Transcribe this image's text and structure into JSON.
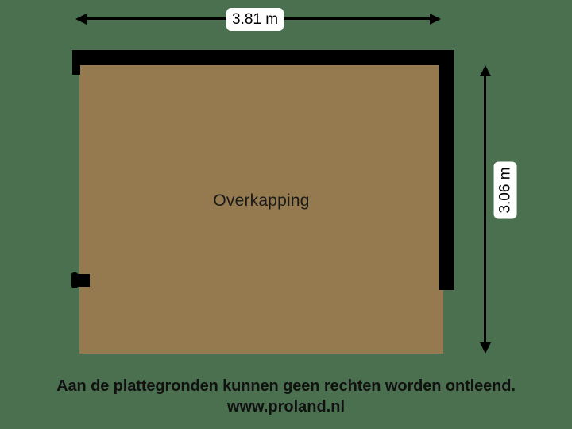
{
  "plan": {
    "room_label": "Overkapping",
    "dimensions": {
      "width_label": "3.81 m",
      "height_label": "3.06 m"
    },
    "colors": {
      "background": "#4a7050",
      "floor": "#957a50",
      "wall": "#000000",
      "label_chip": "#ffffff",
      "text": "#111111"
    }
  },
  "footer": {
    "disclaimer": "Aan de plattegronden kunnen geen rechten worden ontleend.",
    "website": "www.proland.nl"
  }
}
